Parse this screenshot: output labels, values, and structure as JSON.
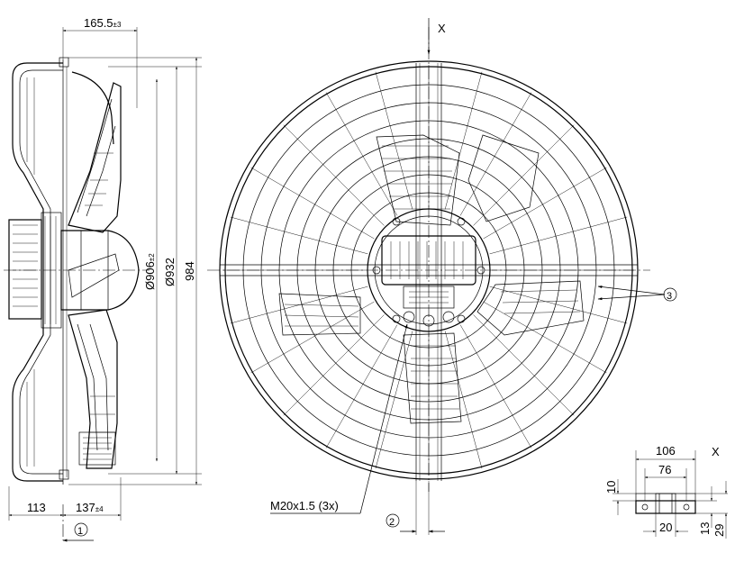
{
  "side_view": {
    "dim_depth": "165.5",
    "dim_depth_tol": "±3",
    "dim_dia_inner": "Ø906",
    "dim_dia_inner_tol": "±2",
    "dim_dia_outer": "Ø932",
    "dim_height": "984",
    "dim_bottom_left": "113",
    "dim_bottom_mid": "137",
    "dim_bottom_mid_tol": "±4",
    "callout_1": "1"
  },
  "front_view": {
    "view_label": "X",
    "thread_label": "M20x1.5 (3x)",
    "callout_2": "2",
    "callout_3": "3"
  },
  "detail_x": {
    "view_label": "X",
    "dim_width_outer": "106",
    "dim_width_inner": "76",
    "dim_width_small": "20",
    "dim_height_10": "10",
    "dim_height_13": "13",
    "dim_height_29": "29"
  }
}
